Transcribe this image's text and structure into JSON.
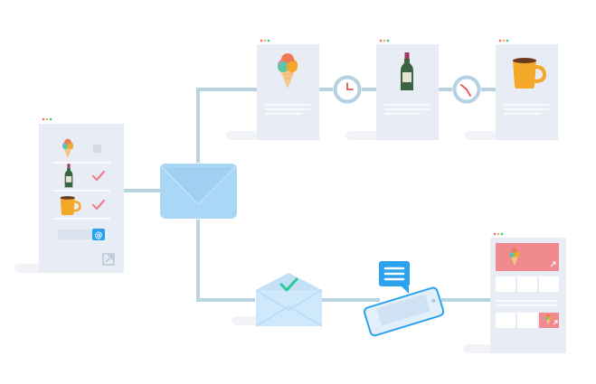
{
  "diagram": {
    "kind": "email-automation-flow",
    "colors": {
      "connector": "#b8d4e2",
      "card_bg": "#e8edf5",
      "card_line": "#ffffff",
      "envelope_main": "#a9d7f5",
      "envelope_light": "#cfe8fb",
      "accent_blue": "#2aa2ee",
      "check_green": "#2cc99a",
      "check_red": "#ef7f8e",
      "promo_red": "#f08a8e",
      "clock_ring": "#b4d2e1",
      "clock_hand": "#e0585a",
      "mug_orange": "#f4a82a",
      "bottle_green": "#38643f",
      "cone_tan": "#f6c88c",
      "shadow": "#f1f3f7",
      "dot_red": "#ef6a79",
      "dot_orange": "#f6b24a",
      "dot_green": "#36c98e"
    },
    "form_card": {
      "rows": [
        {
          "icon": "ice-cream-icon",
          "state": "unchecked"
        },
        {
          "icon": "bottle-icon",
          "state": "checked"
        },
        {
          "icon": "mug-icon",
          "state": "checked"
        }
      ],
      "email_button_glyph": "@",
      "open_icon": "external-link-icon"
    },
    "sequence": [
      {
        "type": "email",
        "icon": "ice-cream-icon"
      },
      {
        "type": "delay",
        "icon": "clock-icon"
      },
      {
        "type": "email",
        "icon": "bottle-icon"
      },
      {
        "type": "delay",
        "icon": "clock-icon"
      },
      {
        "type": "email",
        "icon": "mug-icon"
      }
    ],
    "sent_envelope": {
      "status_icon": "checkmark-icon"
    },
    "phone": {
      "bubble_icon": "message-lines-icon"
    },
    "landing_page": {
      "hero_icon": "ice-cream-icon",
      "tile_icon": "ice-cream-icon"
    }
  }
}
